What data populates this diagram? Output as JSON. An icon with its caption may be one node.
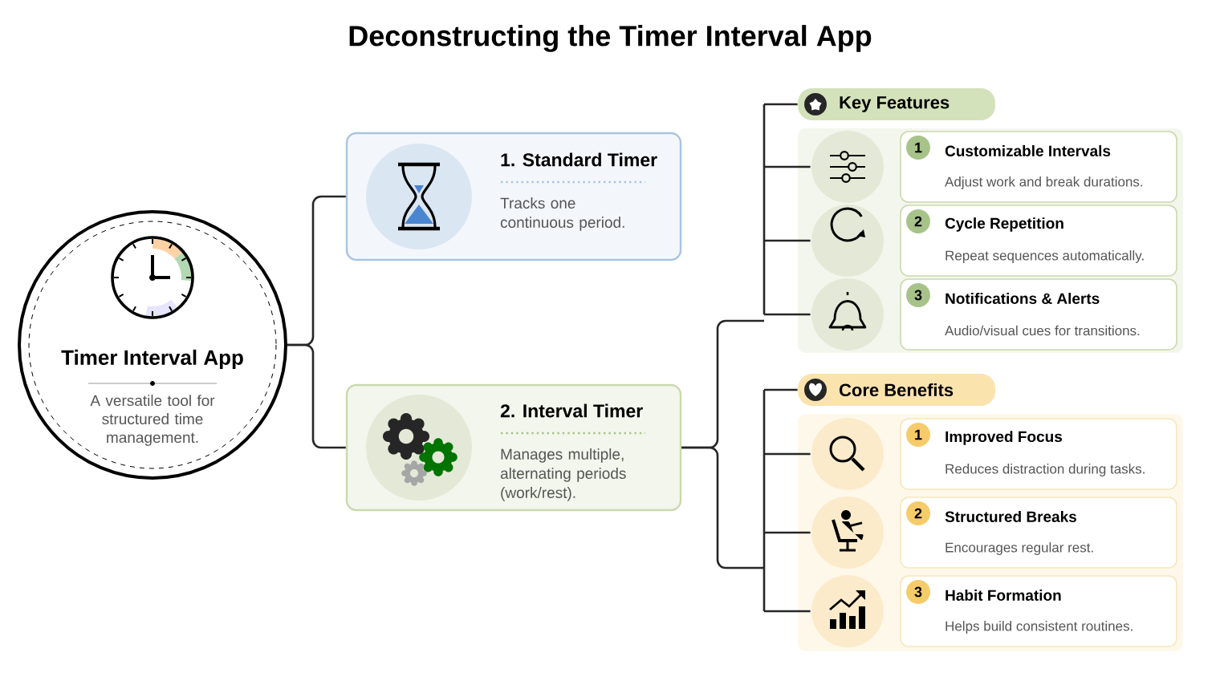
{
  "diagram": {
    "title": "Deconstructing the Timer Interval App",
    "nodes": [
      {
        "text": [
          "Timer Interval App",
          "A versatile tool for structured time management."
        ]
      },
      {
        "text": [
          "1. Standard Timer",
          "Tracks one continuous period."
        ]
      },
      {
        "text": [
          "2. Interval Timer",
          "Manages multiple, alternating periods (work/rest)."
        ]
      },
      {
        "text": [
          "Key Features"
        ]
      },
      {
        "text": [
          "1",
          "Customizable Intervals",
          "Adjust work and break durations."
        ]
      },
      {
        "text": [
          "2",
          "Cycle Repetition",
          "Repeat sequences automatically."
        ]
      },
      {
        "text": [
          "3",
          "Notifications & Alerts",
          "Audio/visual cues for transitions."
        ]
      },
      {
        "text": [
          "Core Benefits"
        ]
      },
      {
        "text": [
          "1",
          "Improved Focus",
          "Reduces distraction during tasks."
        ]
      },
      {
        "text": [
          "2",
          "Structured Breaks",
          "Encourages regular rest."
        ]
      },
      {
        "text": [
          "3",
          "Habit Formation",
          "Helps build consistent routines."
        ]
      }
    ],
    "edges": [
      {
        "from": 0,
        "to": 1,
        "arrow": "none"
      },
      {
        "from": 0,
        "to": 2,
        "arrow": "none"
      },
      {
        "from": 2,
        "to": 3,
        "arrow": "none"
      },
      {
        "from": 2,
        "to": 4,
        "arrow": "none"
      },
      {
        "from": 2,
        "to": 5,
        "arrow": "none"
      },
      {
        "from": 2,
        "to": 6,
        "arrow": "none"
      },
      {
        "from": 2,
        "to": 7,
        "arrow": "none"
      },
      {
        "from": 2,
        "to": 8,
        "arrow": "none"
      },
      {
        "from": 2,
        "to": 9,
        "arrow": "none"
      },
      {
        "from": 2,
        "to": 10,
        "arrow": "none"
      }
    ]
  }
}
